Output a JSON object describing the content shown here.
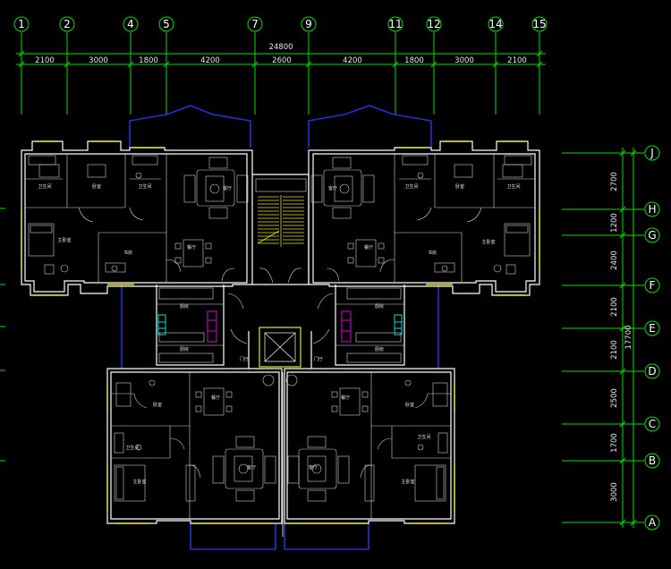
{
  "drawing": {
    "overall_width_label": "24800",
    "overall_depth_label": "17700",
    "column_axes": [
      "1",
      "2",
      "4",
      "5",
      "7",
      "9",
      "11",
      "12",
      "14",
      "15"
    ],
    "row_axes": [
      "J",
      "H",
      "G",
      "F",
      "E",
      "D",
      "C",
      "B",
      "A"
    ],
    "top_dimensions": [
      "2100",
      "3000",
      "1800",
      "4200",
      "2600",
      "4200",
      "1800",
      "3000",
      "2100"
    ],
    "right_dimensions": [
      "2700",
      "1200",
      "2400",
      "2100",
      "2100",
      "2500",
      "1700",
      "3000"
    ],
    "rooms": {
      "guest_bath": "卫生间",
      "bedroom": "卧室",
      "master_bath": "卫生间",
      "living": "客厅",
      "master_bedroom": "主卧室",
      "study": "书房",
      "dining": "餐厅",
      "kitchen": "厨房",
      "hall": "门厅"
    }
  },
  "colors": {
    "background": "#000000",
    "axis_lines": "#00e000",
    "walls": "#ffffff",
    "bay_windows": "#2230d8",
    "windows": "#e8e800",
    "stair": "#e8e800",
    "fixtures_cyan": "#00e0e0",
    "fixtures_magenta": "#e000e0"
  }
}
